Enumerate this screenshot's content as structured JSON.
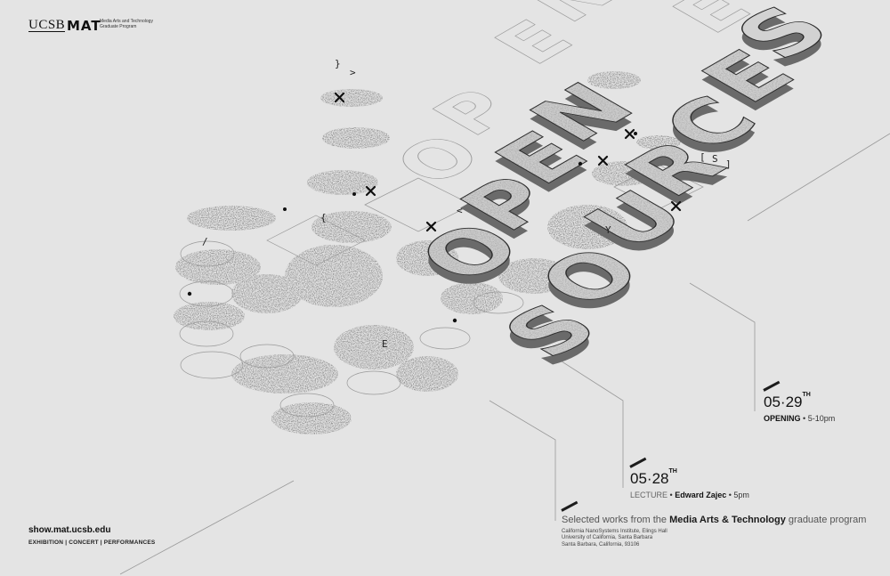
{
  "logo": {
    "ucsb": "UCSB",
    "mat": "MAT",
    "mat_line1": "Media Arts and Technology",
    "mat_line2": "Graduate Program"
  },
  "artwork": {
    "letters_top": [
      "O",
      "P",
      "E",
      "N"
    ],
    "letters_bottom": [
      "S",
      "O",
      "U",
      "R",
      "C",
      "E",
      "S"
    ],
    "scattered_glyphs": [
      "}",
      ">",
      "{",
      "<",
      "[",
      "]",
      "/",
      "Y",
      "E",
      "S"
    ]
  },
  "events": [
    {
      "date": "05·29",
      "suffix": "TH",
      "label": "OPENING",
      "separator": "•",
      "detail": "5-10pm"
    },
    {
      "date": "05·28",
      "suffix": "TH",
      "kind": "LECTURE",
      "separator": "•",
      "speaker": "Edward Zajec",
      "separator2": "•",
      "detail": "5pm"
    }
  ],
  "description": {
    "pre": "Selected works from the ",
    "bold": "Media Arts & Technology",
    "post": " graduate program"
  },
  "address": [
    "California NanoSystems Institute, Elings Hall",
    "University of California, Santa Barbara",
    "Santa Barbara, California, 93106"
  ],
  "footer": {
    "url": "show.mat.ucsb.edu",
    "tagline": "EXHIBITION | CONCERT | PERFORMANCES"
  },
  "colors": {
    "background": "#e4e4e4",
    "ink": "#1c1c1c",
    "letter_face": "#d0d0d0",
    "letter_side": "#6a6a6a"
  }
}
